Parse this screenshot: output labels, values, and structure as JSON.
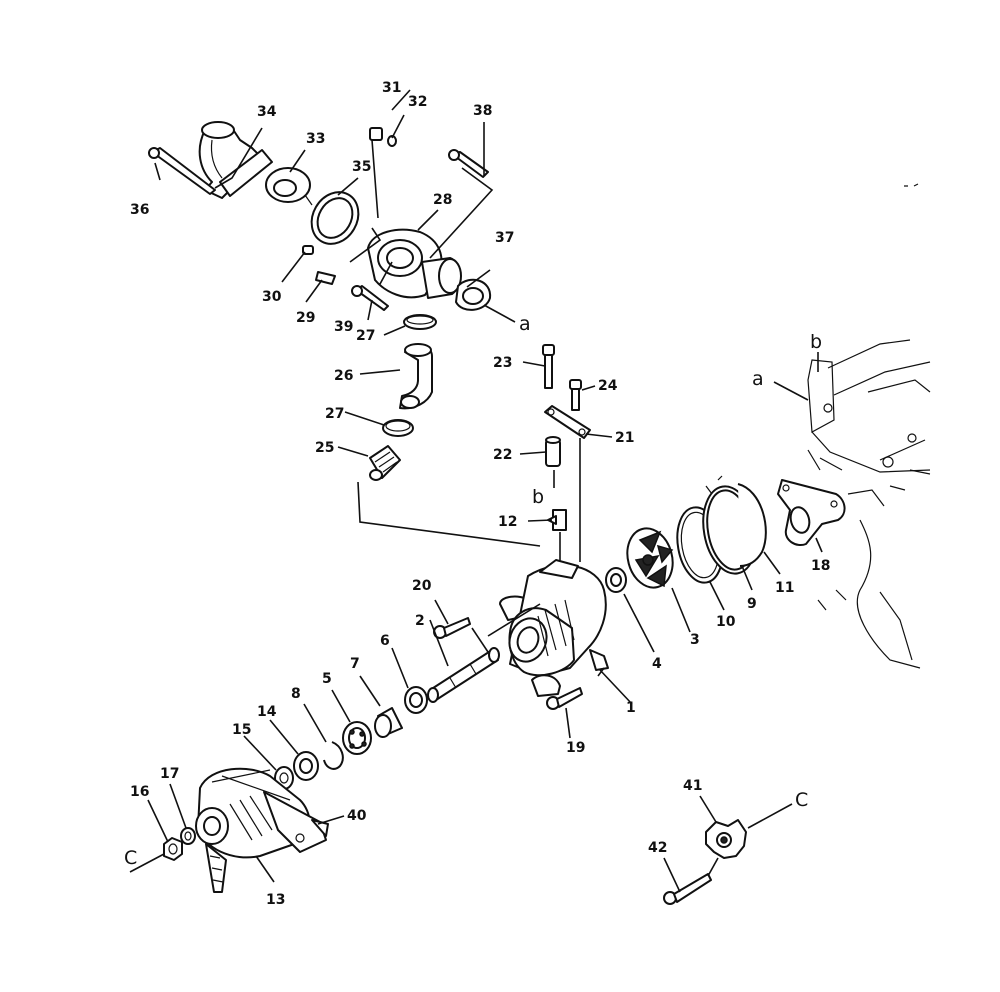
{
  "callouts": {
    "n1": "1",
    "n2": "2",
    "n3": "3",
    "n4": "4",
    "n5": "5",
    "n6": "6",
    "n7": "7",
    "n8": "8",
    "n9": "9",
    "n10": "10",
    "n11": "11",
    "n12": "12",
    "n13": "13",
    "n14": "14",
    "n15": "15",
    "n16": "16",
    "n17": "17",
    "n18": "18",
    "n19": "19",
    "n20": "20",
    "n21": "21",
    "n22": "22",
    "n23": "23",
    "n24": "24",
    "n25": "25",
    "n26": "26",
    "n27a": "27",
    "n27b": "27",
    "n28": "28",
    "n29": "29",
    "n30": "30",
    "n31": "31",
    "n32": "32",
    "n33": "33",
    "n34": "34",
    "n35": "35",
    "n36": "36",
    "n37": "37",
    "n38": "38",
    "n39": "39",
    "n40": "40",
    "n41": "41",
    "n42": "42"
  },
  "reference_letters": {
    "a_thermostat": "a",
    "a_engine": "a",
    "b_pump": "b",
    "b_engine": "b",
    "c_nut": "C",
    "c_bolt": "C"
  }
}
